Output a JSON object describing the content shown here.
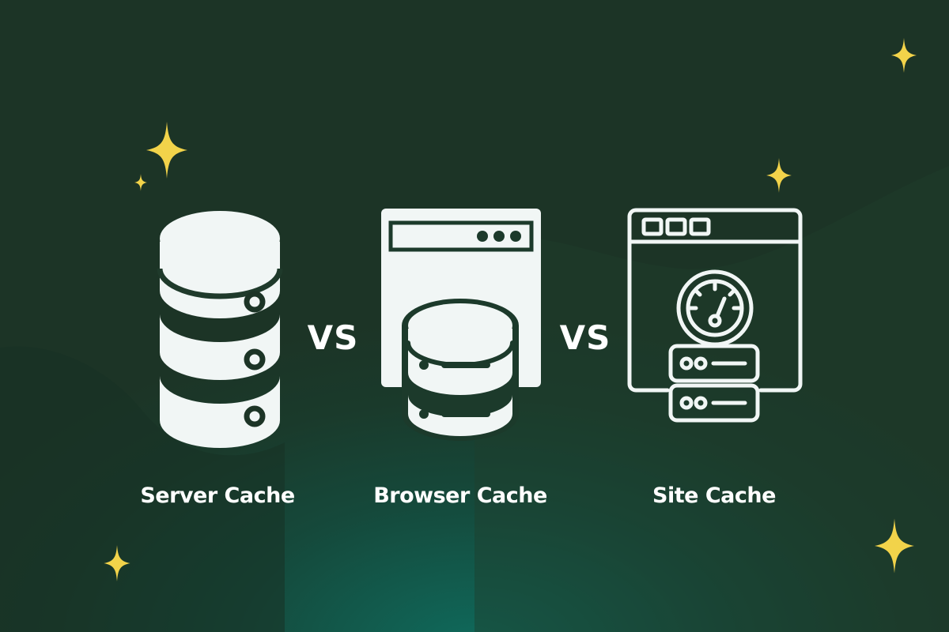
{
  "colors": {
    "background_dark": "#1c3426",
    "background_glow": "#0f6a5c",
    "icon_fill": "#f1f6f5",
    "sparkle": "#f2d34a",
    "text": "#ffffff"
  },
  "items": [
    {
      "icon": "server-database-icon",
      "label": "Server Cache"
    },
    {
      "icon": "browser-window-database-icon",
      "label": "Browser Cache"
    },
    {
      "icon": "website-speed-gauge-server-icon",
      "label": "Site Cache"
    }
  ],
  "separators": [
    "VS",
    "VS"
  ],
  "decorations": {
    "sparkle_icon": "four-point-star-icon",
    "sparkle_count": 6
  }
}
